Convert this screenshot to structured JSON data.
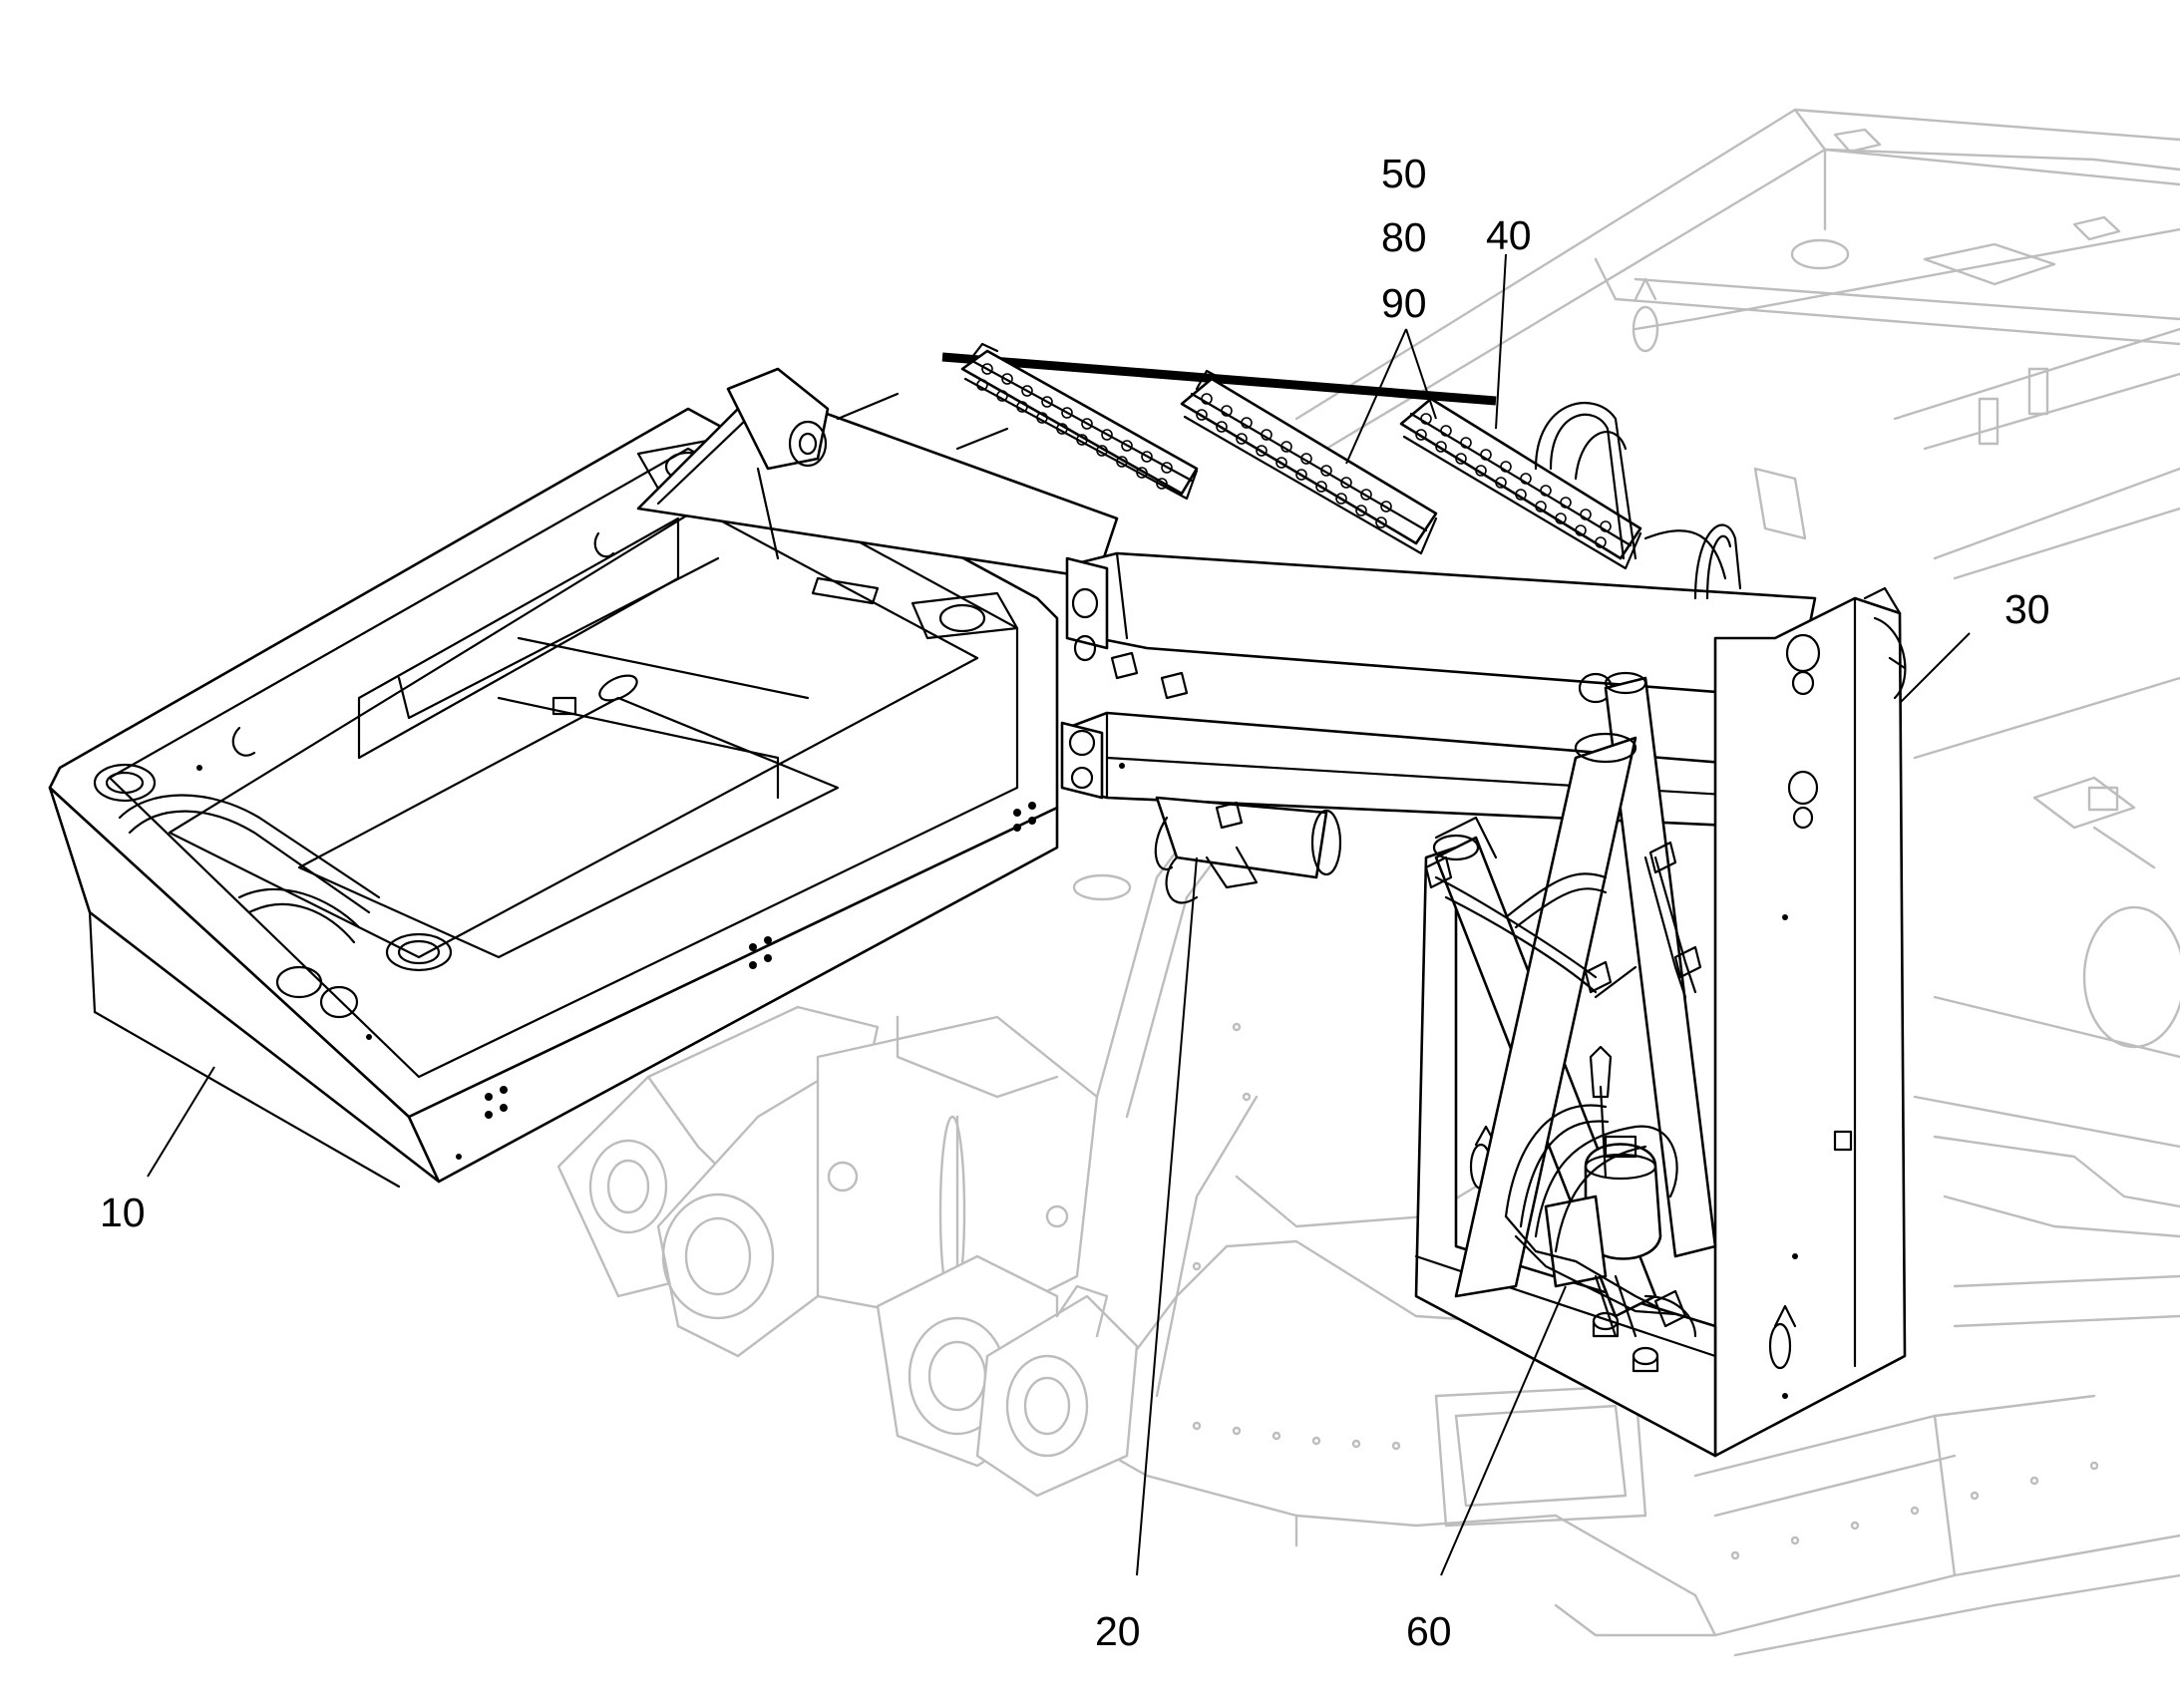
{
  "callouts": [
    {
      "id": "10",
      "text": "10"
    },
    {
      "id": "20",
      "text": "20"
    },
    {
      "id": "30",
      "text": "30"
    },
    {
      "id": "40",
      "text": "40"
    },
    {
      "id": "50",
      "text": "50"
    },
    {
      "id": "60",
      "text": "60"
    },
    {
      "id": "80",
      "text": "80"
    },
    {
      "id": "90",
      "text": "90"
    }
  ],
  "colors": {
    "line": "#000000",
    "ghost_line": "#bdbdbd",
    "background": "#ffffff"
  }
}
